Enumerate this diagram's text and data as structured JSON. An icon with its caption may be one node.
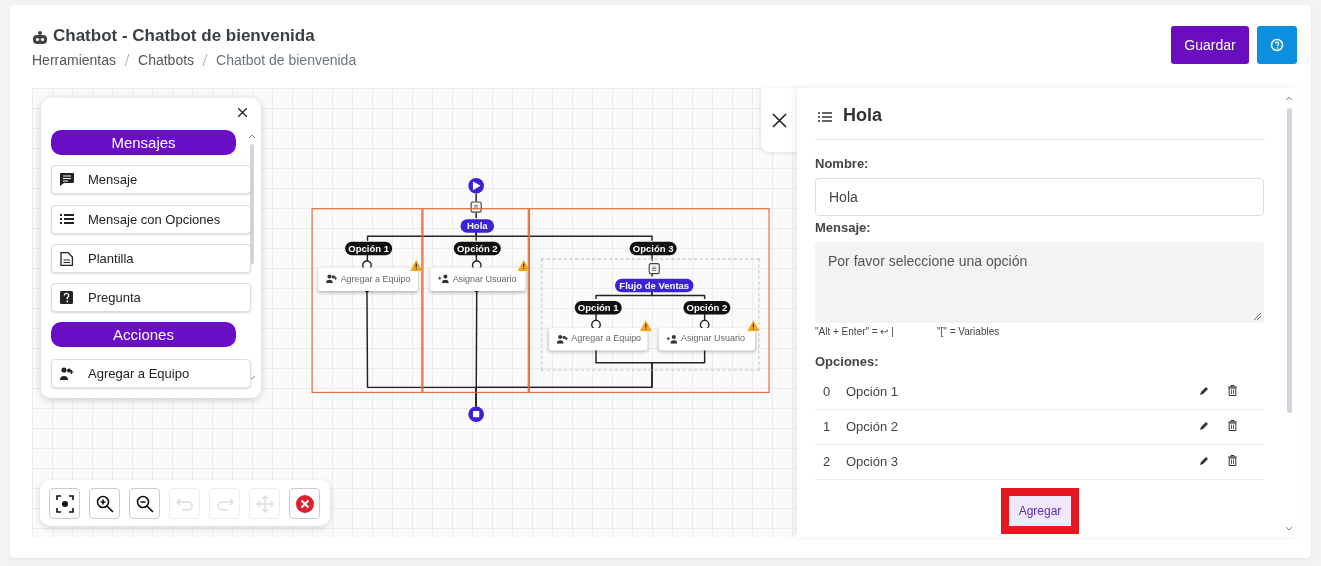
{
  "diagram": {
    "title": "Chatbot - Chatbot de bienvenida",
    "nodes": [
      {
        "text": [],
        "shape": "circle"
      },
      {
        "text": [],
        "shape": "box"
      },
      {
        "text": [],
        "shape": "box"
      },
      {
        "text": [],
        "shape": "box"
      },
      {
        "text": [],
        "shape": "box"
      },
      {
        "text": [
          "Hola"
        ],
        "in": 3
      },
      {
        "text": [
          "Opción 1"
        ],
        "in": 2
      },
      {
        "text": [
          "Agregar a Equipo"
        ],
        "in": 2
      },
      {
        "text": [
          "Opción 2"
        ],
        "in": 3
      },
      {
        "text": [
          "Asignar Usuario"
        ],
        "in": 3
      },
      {
        "text": [
          "Opción 3"
        ],
        "in": 4
      },
      {
        "text": [],
        "shape": "box",
        "in": 4
      },
      {
        "text": [],
        "shape": "box",
        "in": 11
      },
      {
        "text": [
          "Flujo de Ventas"
        ],
        "in": 11
      },
      {
        "text": [
          "Opción 1"
        ],
        "in": 11
      },
      {
        "text": [
          "Agregar a Equipo"
        ],
        "in": 11
      },
      {
        "text": [
          "Opción 2"
        ],
        "in": 11
      },
      {
        "text": [
          "Asignar Usuario"
        ],
        "in": 11
      },
      {
        "text": [],
        "shape": "circle"
      }
    ],
    "edges": [
      {
        "from": 0,
        "to": 1,
        "arrow": "none"
      },
      {
        "from": 1,
        "to": 5,
        "arrow": "none"
      },
      {
        "from": 5,
        "to": 6,
        "arrow": "none"
      },
      {
        "from": 5,
        "to": 8,
        "arrow": "none"
      },
      {
        "from": 5,
        "to": 10,
        "arrow": "none"
      },
      {
        "from": 6,
        "to": 7,
        "arrow": "other"
      },
      {
        "from": 8,
        "to": 9,
        "arrow": "other"
      },
      {
        "from": 10,
        "to": 12,
        "arrow": "none"
      },
      {
        "from": 12,
        "to": 13,
        "arrow": "none"
      },
      {
        "from": 13,
        "to": 14,
        "arrow": "none"
      },
      {
        "from": 13,
        "to": 16,
        "arrow": "none"
      },
      {
        "from": 14,
        "to": 15,
        "arrow": "other"
      },
      {
        "from": 16,
        "to": 17,
        "arrow": "other"
      },
      {
        "from": 15,
        "to": 18,
        "arrow": "other"
      },
      {
        "from": 17,
        "to": 18,
        "arrow": "other"
      },
      {
        "from": 7,
        "to": 18,
        "arrow": "other"
      },
      {
        "from": 9,
        "to": 18,
        "arrow": "other"
      }
    ],
    "labels": [
      "Herramientas",
      "Chatbots",
      "Chatbot de bienvenida",
      "Guardar",
      "Mensajes",
      "Mensaje",
      "Mensaje con Opciones",
      "Plantilla",
      "Pregunta",
      "Acciones",
      "Agregar a Equipo",
      "Hola",
      "Nombre:",
      "Hola",
      "Mensaje:",
      "Por favor seleccione una opción",
      "\"Alt + Enter\" = ↩ |",
      "\"[\" = Variables",
      "Opciones:",
      "0",
      "Opción 1",
      "1",
      "Opción 2",
      "2",
      "Opción 3",
      "Agregar"
    ]
  }
}
